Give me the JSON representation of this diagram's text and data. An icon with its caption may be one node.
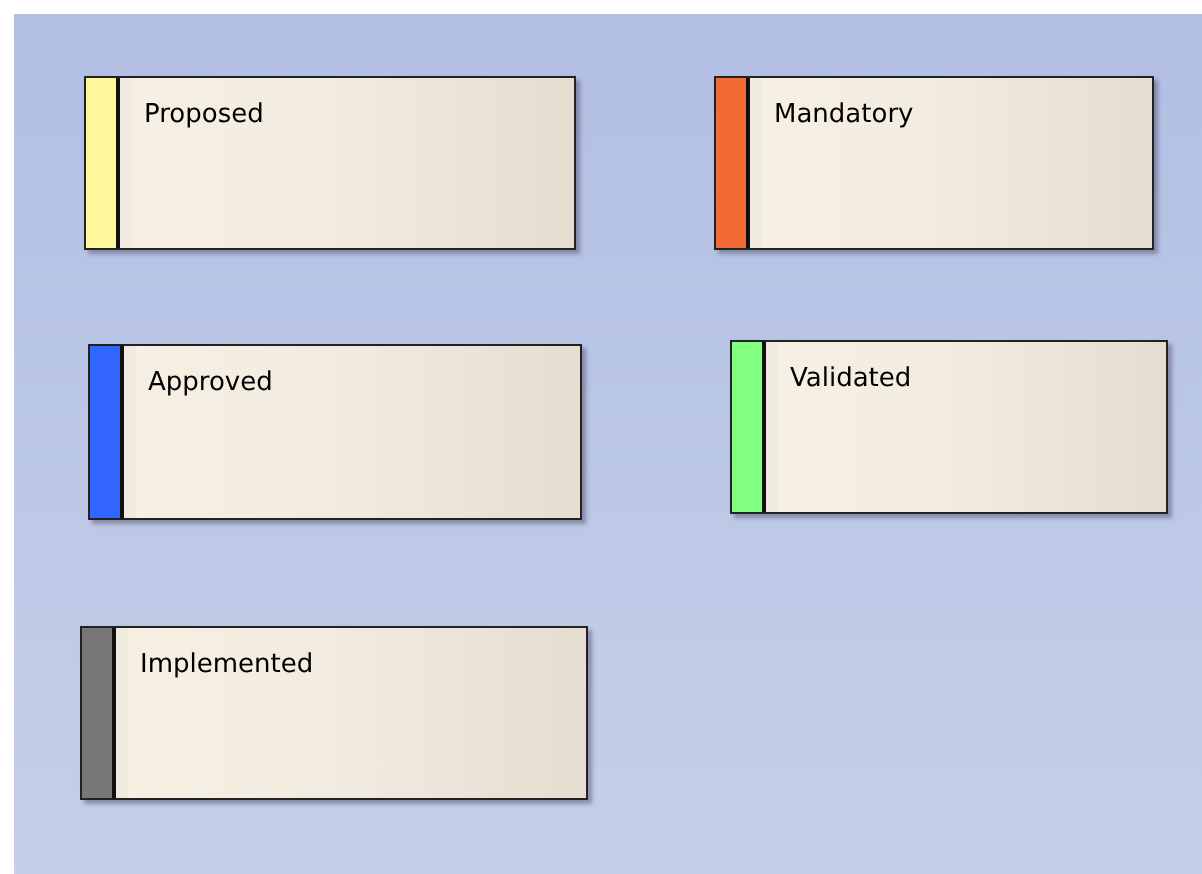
{
  "diagram": {
    "nodes": [
      {
        "text": [
          "Proposed"
        ]
      },
      {
        "text": [
          "Mandatory"
        ]
      },
      {
        "text": [
          "Approved"
        ]
      },
      {
        "text": [
          "Validated"
        ]
      },
      {
        "text": [
          "Implemented"
        ]
      }
    ]
  }
}
